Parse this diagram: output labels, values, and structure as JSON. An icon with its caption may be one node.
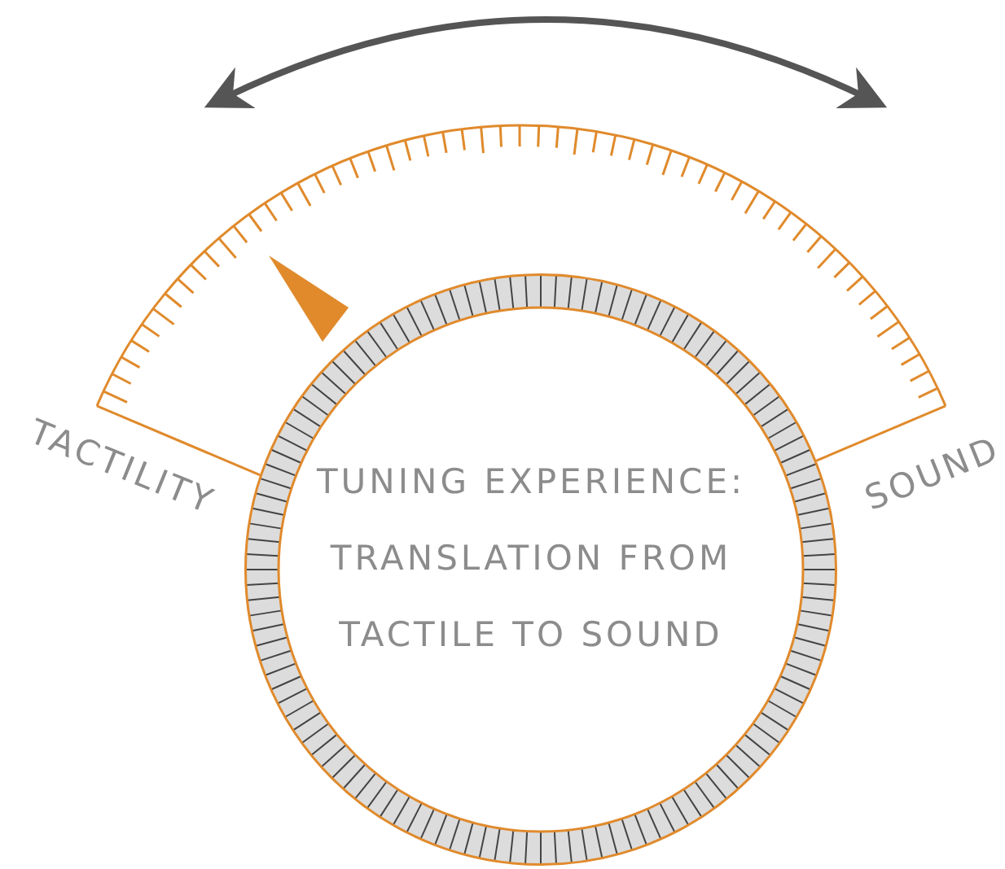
{
  "diagram": {
    "nodes": [
      {
        "text": [
          "TUNING EXPERIENCE: TRANSLATION FROM TACTILE TO SOUND"
        ]
      }
    ],
    "labels": [
      "TACTILITY",
      "SOUND"
    ]
  }
}
